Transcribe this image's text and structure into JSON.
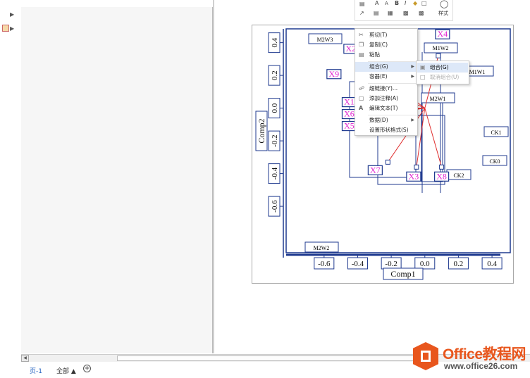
{
  "colors": {
    "plot_border": "#1f3a8f",
    "tick_label_border": "#1f3a8f",
    "x_label_color": "#e020d0",
    "arrow_color": "#e03030",
    "menu_highlight": "#dde8f8",
    "logo_orange": "#e8561d"
  },
  "icons": {
    "nav": [
      "chevron-right-icon",
      "shape-icon"
    ],
    "ribbon": [
      "text-box-icon",
      "font-size-up-icon",
      "font-size-down-icon",
      "bold-icon",
      "italic-icon",
      "fill-icon",
      "outline-icon",
      "shape-style-icon"
    ]
  },
  "ribbon": {
    "glyphs": [
      "A",
      "A",
      "B",
      "I"
    ],
    "style_label": "样式"
  },
  "context_menu": {
    "items": [
      {
        "label": "剪切(T)",
        "icon": "scissors-icon",
        "has_submenu": false
      },
      {
        "label": "复制(C)",
        "icon": "copy-icon",
        "has_submenu": false
      },
      {
        "label": "粘贴",
        "icon": "paste-icon",
        "has_submenu": false
      },
      {
        "label": "组合(G)",
        "icon": "",
        "has_submenu": true,
        "highlighted": true
      },
      {
        "label": "容器(E)",
        "icon": "",
        "has_submenu": true
      },
      {
        "label": "超链接(Y)...",
        "icon": "hyperlink-icon",
        "has_submenu": false
      },
      {
        "label": "添加注释(A)",
        "icon": "comment-icon",
        "has_submenu": false
      },
      {
        "label": "编辑文本(T)",
        "icon": "text-edit-icon",
        "has_submenu": false
      },
      {
        "label": "数据(D)",
        "icon": "",
        "has_submenu": true
      },
      {
        "label": "设置形状格式(S)",
        "icon": "",
        "has_submenu": false
      }
    ]
  },
  "submenu": {
    "items": [
      {
        "label": "组合(G)",
        "icon": "group-icon",
        "disabled": false,
        "highlighted": true
      },
      {
        "label": "取消组合(U)",
        "icon": "ungroup-icon",
        "disabled": true
      }
    ]
  },
  "status_bar": {
    "page_tab": "页-1",
    "all_tab": "全部",
    "add_symbol": "+"
  },
  "logo": {
    "title": "Office教程网",
    "url": "www.office26.com"
  },
  "chart_data": {
    "type": "scatter",
    "title": "",
    "xlabel": "Comp1",
    "ylabel": "Comp2",
    "xlim": [
      -0.7,
      0.45
    ],
    "ylim": [
      -0.72,
      0.45
    ],
    "x_ticks": [
      "-0.6",
      "-0.4",
      "-0.2",
      "0.0",
      "0.2",
      "0.4"
    ],
    "y_ticks": [
      "0.4",
      "0.2",
      "0.0",
      "-0.2",
      "-0.4",
      "-0.6"
    ],
    "x_tick_values": [
      -0.6,
      -0.4,
      -0.2,
      0.0,
      0.2,
      0.4
    ],
    "y_tick_values": [
      0.4,
      0.2,
      0.0,
      -0.2,
      -0.4,
      -0.6
    ],
    "points": [
      {
        "label": "X1",
        "x": -0.4,
        "y": 0.0
      },
      {
        "label": "X2",
        "x": -0.39,
        "y": 0.3
      },
      {
        "label": "X3",
        "x": -0.05,
        "y": -0.36
      },
      {
        "label": "X4",
        "x": 0.08,
        "y": 0.32
      },
      {
        "label": "X5",
        "x": -0.4,
        "y": -0.06
      },
      {
        "label": "X6",
        "x": -0.4,
        "y": -0.03
      },
      {
        "label": "X7",
        "x": -0.22,
        "y": -0.33
      },
      {
        "label": "X8",
        "x": 0.1,
        "y": -0.36
      },
      {
        "label": "X9",
        "x": -0.39,
        "y": 0.18
      }
    ],
    "group_labels": [
      "M2W3",
      "M1W2",
      "M1W1",
      "M2W1",
      "CK1",
      "CK0",
      "CK2",
      "M2W2"
    ]
  }
}
